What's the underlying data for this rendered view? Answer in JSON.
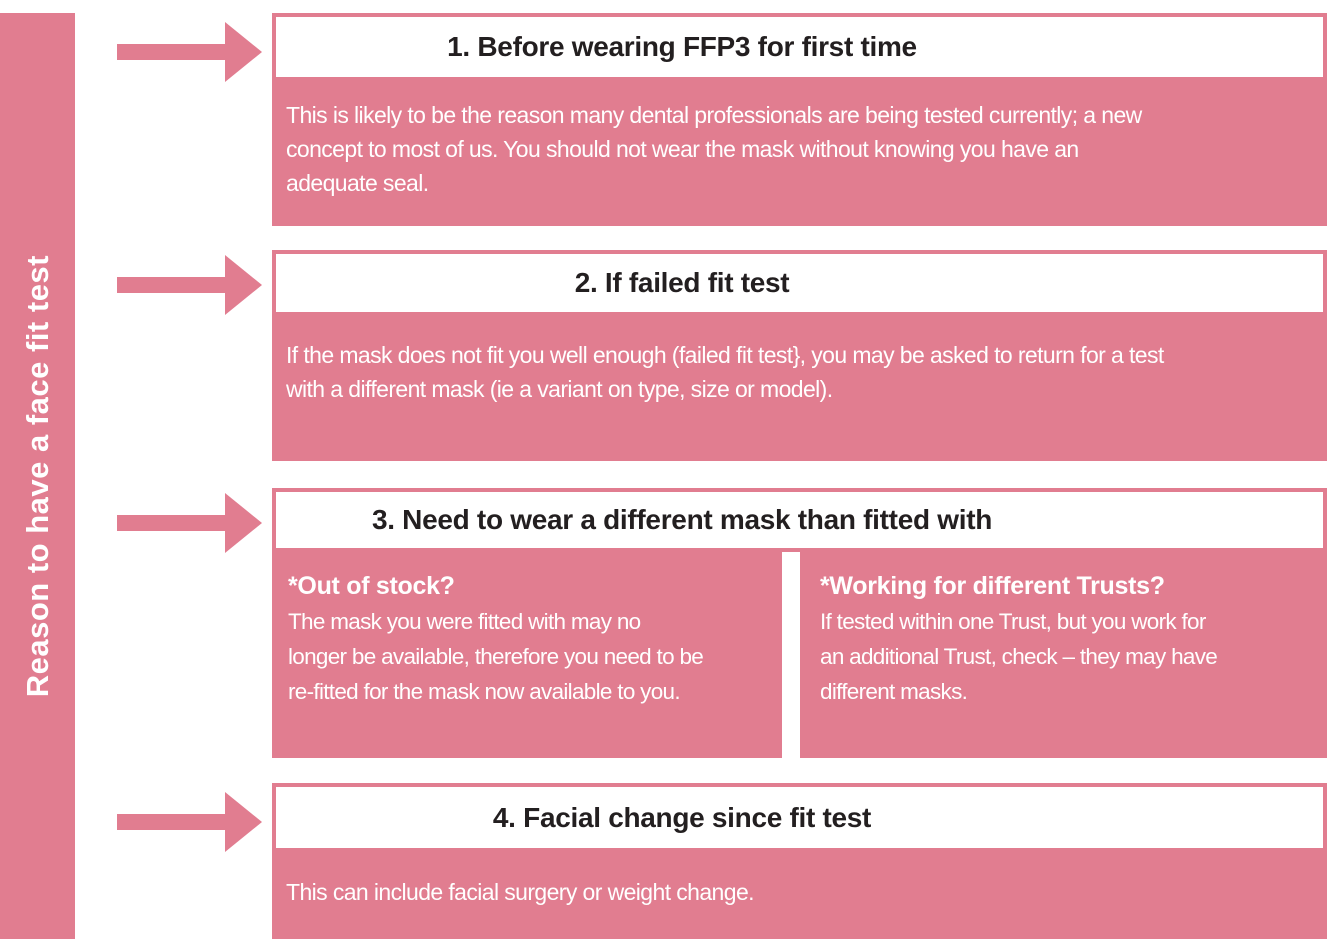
{
  "colors": {
    "pink": "#e17d90",
    "title_text": "#231f20",
    "body_text": "#ffffff"
  },
  "sidebar": {
    "label": "Reason to have a face fit test"
  },
  "boxes": [
    {
      "title": "1. Before wearing FFP3 for first time",
      "body": "This is likely to be the reason many dental professionals are being tested currently; a new\nconcept to most of us. You should not wear the mask without knowing you have an\nadequate seal."
    },
    {
      "title": "2. If failed fit test",
      "body": "If the mask does not fit you well enough (failed fit test}, you may be asked to return for a test\nwith a different mask (ie a variant on type, size or model)."
    },
    {
      "title": "3. Need to wear a different mask than fitted with",
      "columns": [
        {
          "heading": "*Out of stock?",
          "body": "The mask you were fitted with may no\nlonger be available, therefore you need to be\nre-fitted for the mask now available to you."
        },
        {
          "heading": "*Working for different Trusts?",
          "body": "If tested within one Trust, but you work for\nan additional Trust, check – they may have\ndifferent masks."
        }
      ]
    },
    {
      "title": "4. Facial change since fit test",
      "body": "This can include facial surgery or weight change."
    }
  ]
}
